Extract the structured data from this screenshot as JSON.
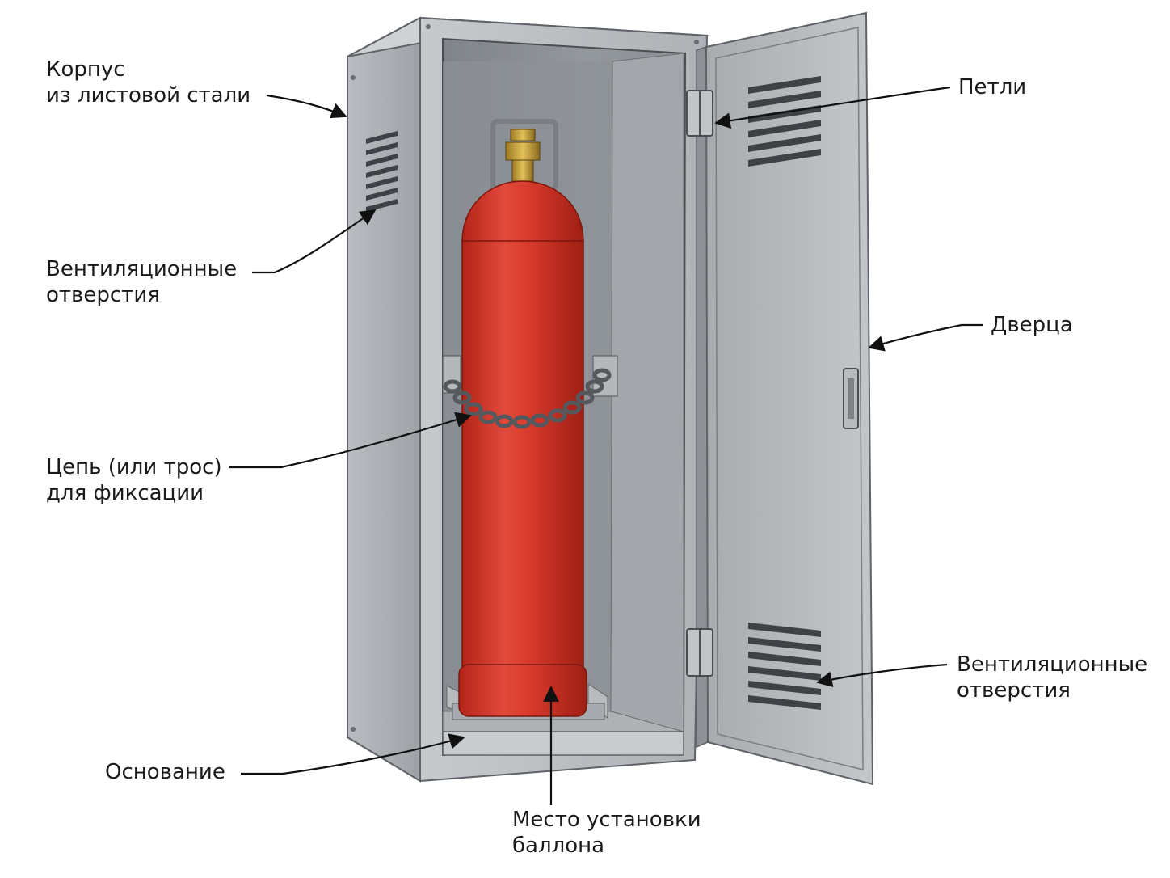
{
  "labels": {
    "body": {
      "line1": "Корпус",
      "line2": "из листовой стали"
    },
    "vents_left": {
      "line1": "Вентиляционные",
      "line2": "отверстия"
    },
    "chain": {
      "line1": "Цепь (или трос)",
      "line2": "для фиксации"
    },
    "base": {
      "line1": "Основание"
    },
    "cylinder_place": {
      "line1": "Место установки",
      "line2": "баллона"
    },
    "hinges": {
      "line1": "Петли"
    },
    "door": {
      "line1": "Дверца"
    },
    "vents_right": {
      "line1": "Вентиляционные",
      "line2": "отверстия"
    }
  },
  "colors": {
    "cabinet": "#a9adb1",
    "cabinet_dark": "#8a8f94",
    "cylinder": "#d93a2c",
    "valve": "#c9a23a"
  }
}
